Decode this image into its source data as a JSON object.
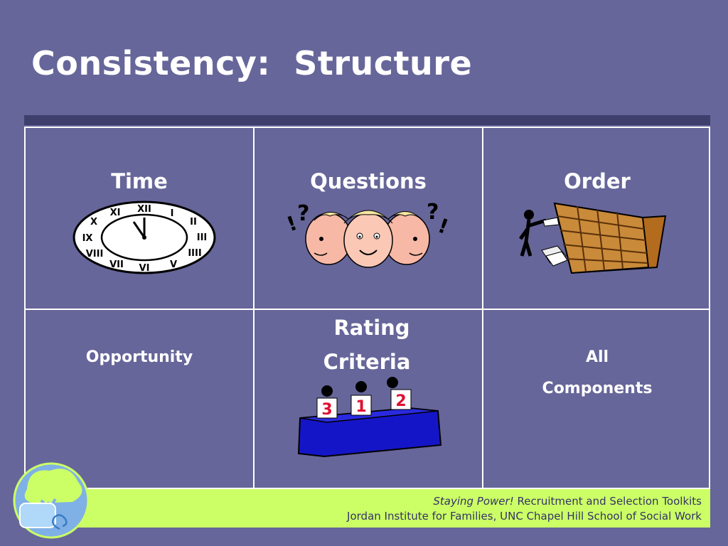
{
  "slide": {
    "title": "Consistency:  Structure"
  },
  "table": {
    "cells": {
      "time": "Time",
      "questions": "Questions",
      "order": "Order",
      "opportunity": "Opportunity",
      "rating_line1": "Rating",
      "rating_line2": "Criteria",
      "all_line1": "All",
      "all_line2": "Components"
    },
    "judges_scores": [
      "3",
      "1",
      "2"
    ]
  },
  "footer": {
    "brand_italic": "Staying Power!",
    "brand_rest": " Recruitment and Selection Toolkits",
    "institute": "Jordan Institute for Families, UNC Chapel Hill School of Social Work"
  },
  "colors": {
    "background": "#66669a",
    "footer_bg": "#ccff66",
    "title_bar": "#3f3f6e"
  },
  "icons": [
    "clock-icon",
    "thinking-heads-icon",
    "filing-cabinet-icon",
    "judges-panel-icon",
    "tree-logo-icon"
  ]
}
